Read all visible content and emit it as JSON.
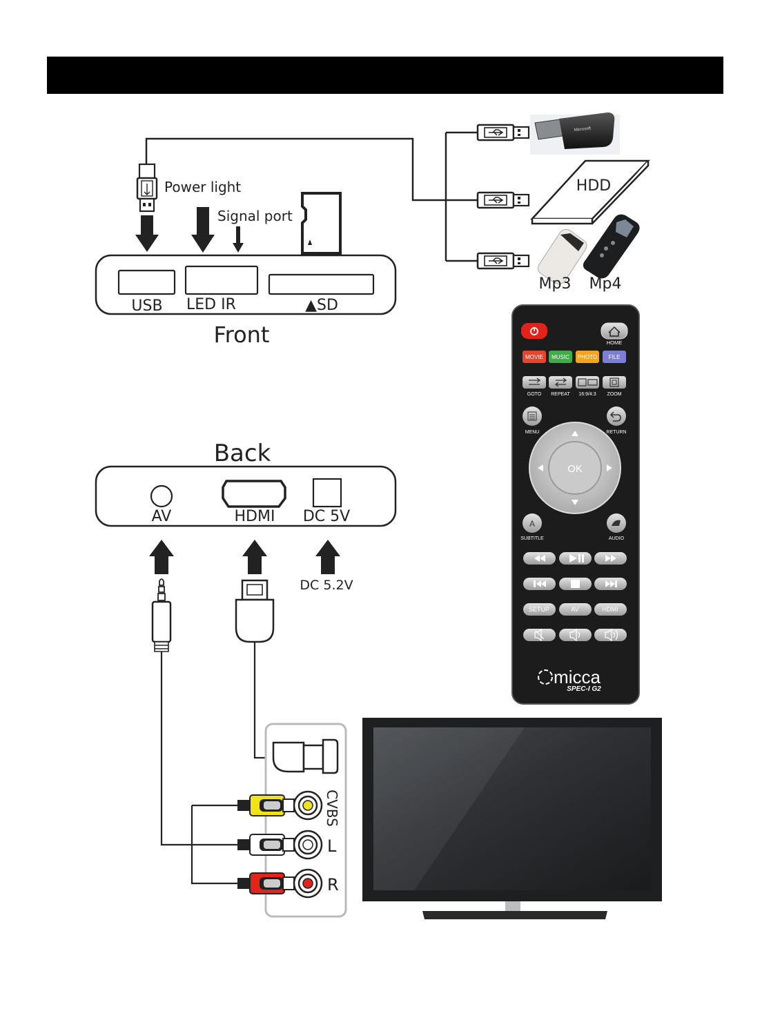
{
  "front": {
    "title": "Front",
    "power_light": "Power light",
    "signal_port": "Signal port",
    "usb": "USB",
    "led_ir": "LED  IR",
    "sd": "▲SD"
  },
  "back": {
    "title": "Back",
    "av": "AV",
    "hdmi": "HDMI",
    "dc": "DC 5V",
    "dc_input": "DC 5.2V"
  },
  "devices": {
    "hdd": "HDD",
    "mp3": "Mp3",
    "mp4": "Mp4",
    "usb_stick_brand": "Microsoft"
  },
  "rca": {
    "cvbs": "CVBS",
    "l": "L",
    "r": "R"
  },
  "remote": {
    "home": "HOME",
    "movie": "MOVIE",
    "music": "MUSIC",
    "photo": "PHOTO",
    "file": "FILE",
    "goto": "GOTO",
    "repeat": "REPEAT",
    "aspect": "16:9/4:3",
    "zoom": "ZOOM",
    "menu": "MENU",
    "return": "RETURN",
    "ok": "OK",
    "subtitle": "SUBTITLE",
    "audio": "AUDIO",
    "setup": "SETUP",
    "av": "AV",
    "hdmi": "HDMI",
    "brand": "micca",
    "model": "SPEC-I G2"
  },
  "colors": {
    "power": "#e3231b",
    "movie": "#e8452c",
    "music": "#3fae49",
    "photo": "#f5a31a",
    "file": "#7d7fd6",
    "remote_body": "#1c1c1c",
    "yellow_plug": "#f2e21a",
    "red_plug": "#e0251c"
  }
}
